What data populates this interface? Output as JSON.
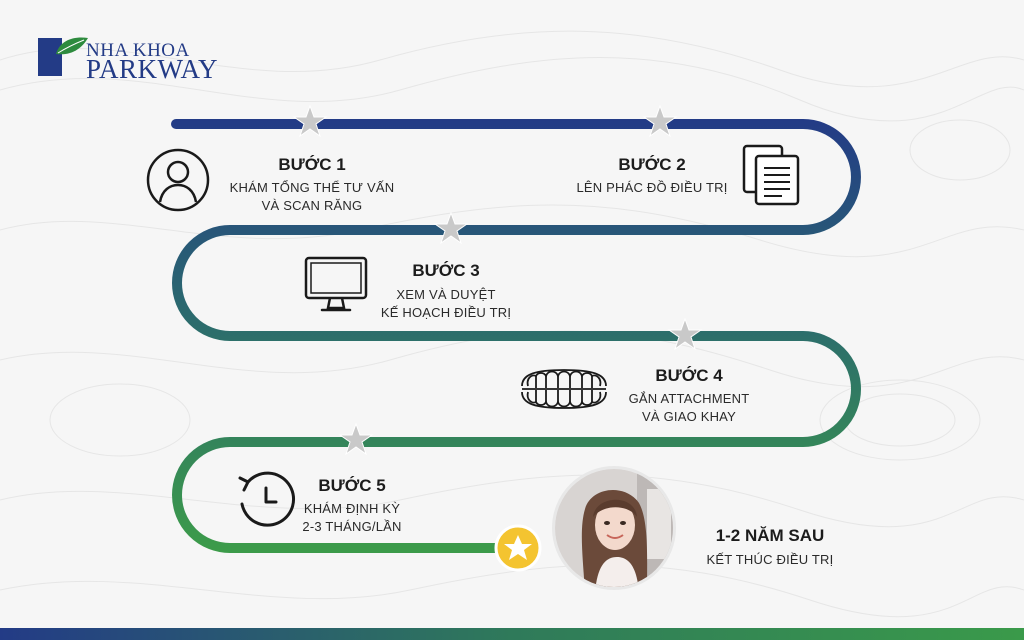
{
  "brand": {
    "line1": "NHA KHOA",
    "line2": "PARKWAY",
    "colors": {
      "navy": "#233b86",
      "leaf": "#2e8b3e"
    }
  },
  "steps": [
    {
      "title": "BƯỚC 1",
      "desc": [
        "KHÁM TỔNG THỂ TƯ VẤN",
        "VÀ SCAN RĂNG"
      ],
      "icon": "user-icon"
    },
    {
      "title": "BƯỚC 2",
      "desc": [
        "LÊN PHÁC ĐỒ ĐIỀU TRỊ"
      ],
      "icon": "document-icon"
    },
    {
      "title": "BƯỚC 3",
      "desc": [
        "XEM VÀ DUYỆT",
        "KẾ HOẠCH ĐIỀU TRỊ"
      ],
      "icon": "monitor-icon"
    },
    {
      "title": "BƯỚC 4",
      "desc": [
        "GẮN ATTACHMENT",
        "VÀ GIAO KHAY"
      ],
      "icon": "teeth-icon"
    },
    {
      "title": "BƯỚC 5",
      "desc": [
        "KHÁM ĐỊNH KỲ",
        "2-3 THÁNG/LẦN"
      ],
      "icon": "clock-icon"
    }
  ],
  "final": {
    "title": "1-2 NĂM SAU",
    "desc": "KẾT THÚC ĐIỀU TRỊ",
    "icon": "star-badge-icon"
  },
  "path_colors": {
    "start": "#233b86",
    "mid": "#2b6a6e",
    "end": "#3c9b4a",
    "star": "#c9c9c9",
    "badge": "#f4c430"
  }
}
